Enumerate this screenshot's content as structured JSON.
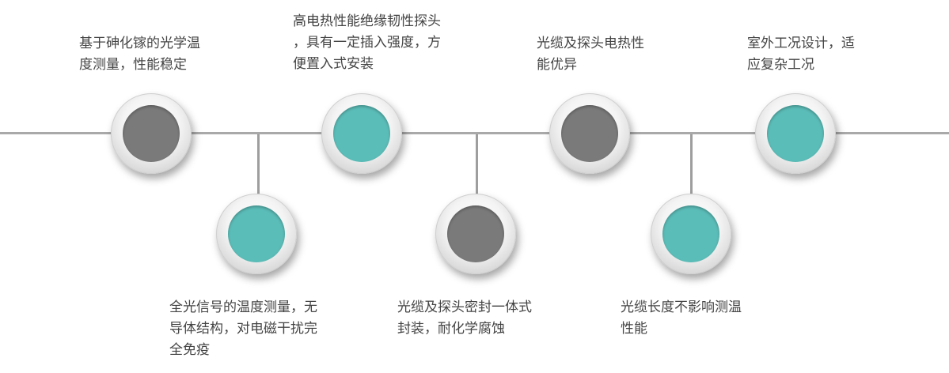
{
  "features": [
    {
      "id": "f1",
      "text": "基于砷化镓的光学温\n度测量，性能稳定",
      "color": "#7a7a7a"
    },
    {
      "id": "f2",
      "text": "全光信号的温度测量，无\n导体结构，对电磁干扰完\n全免疫",
      "color": "#5bbdb8"
    },
    {
      "id": "f3",
      "text": "高电热性能绝缘韧性探头\n，具有一定插入强度，方\n便置入式安装",
      "color": "#5bbdb8"
    },
    {
      "id": "f4",
      "text": "光缆及探头密封一体式\n封装，耐化学腐蚀",
      "color": "#7a7a7a"
    },
    {
      "id": "f5",
      "text": "光缆及探头电热性\n能优异",
      "color": "#7a7a7a"
    },
    {
      "id": "f6",
      "text": "光缆长度不影响测温\n性能",
      "color": "#5bbdb8"
    },
    {
      "id": "f7",
      "text": "室外工况设计，适\n应复杂工况",
      "color": "#5bbdb8"
    }
  ]
}
